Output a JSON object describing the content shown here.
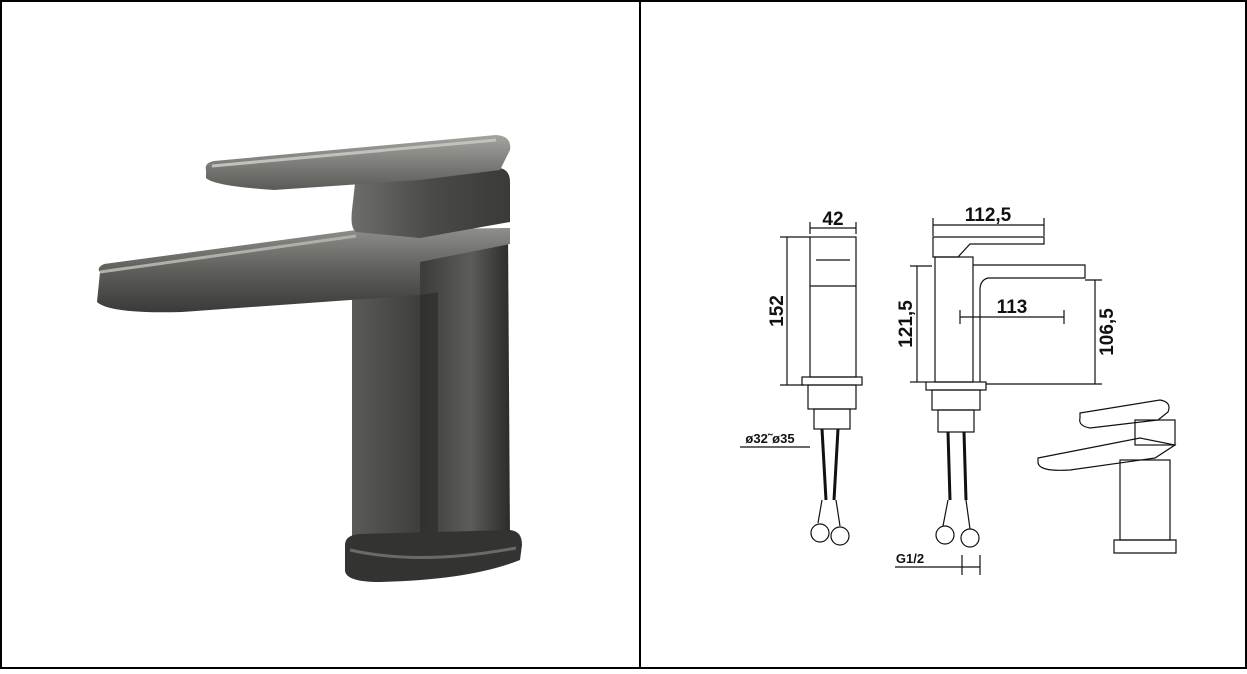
{
  "product_photo": {
    "alt": "faucet",
    "colors": {
      "body": "#4a4a48",
      "highlight": "#9a9a96",
      "shadow": "#2a2a28"
    }
  },
  "technical_drawing": {
    "dimensions": {
      "width_side": "42",
      "height_total": "152",
      "spout_reach_top": "112,5",
      "spout_height": "121,5",
      "spout_reach": "113",
      "outlet_height": "106,5",
      "mount_hole": "ø32˜ø35",
      "connection": "G1/2"
    }
  }
}
